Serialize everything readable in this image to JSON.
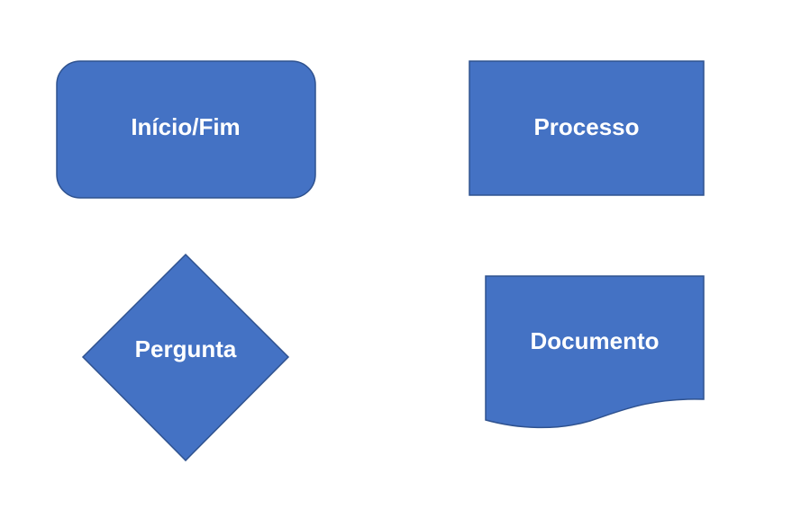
{
  "shapes": {
    "start_end": {
      "label": "Início/Fim"
    },
    "process": {
      "label": "Processo"
    },
    "decision": {
      "label": "Pergunta"
    },
    "document": {
      "label": "Documento"
    }
  },
  "colors": {
    "fill": "#4472C4",
    "stroke": "#2F528F",
    "text": "#FFFFFF",
    "background": "#FFFFFF"
  }
}
